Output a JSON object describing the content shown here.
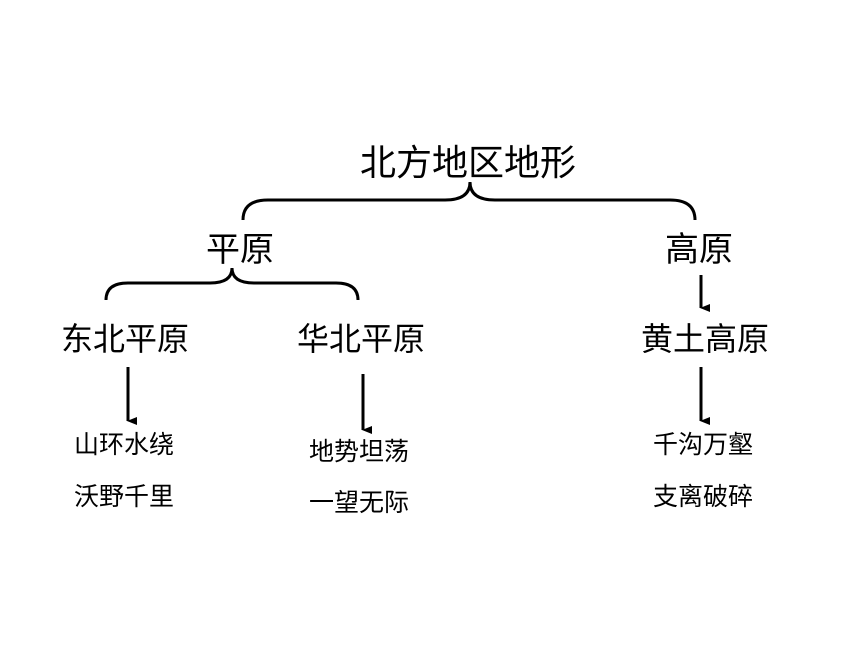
{
  "diagram": {
    "root": "北方地区地形",
    "plain": "平原",
    "plateau": "高原",
    "northeast_plain": "东北平原",
    "north_china_plain": "华北平原",
    "loess_plateau": "黄土高原",
    "northeast_desc": [
      "山环水绕",
      "沃野千里"
    ],
    "north_china_desc": [
      "地势坦荡",
      "一望无际"
    ],
    "loess_desc": [
      "千沟万壑",
      "支离破碎"
    ]
  }
}
